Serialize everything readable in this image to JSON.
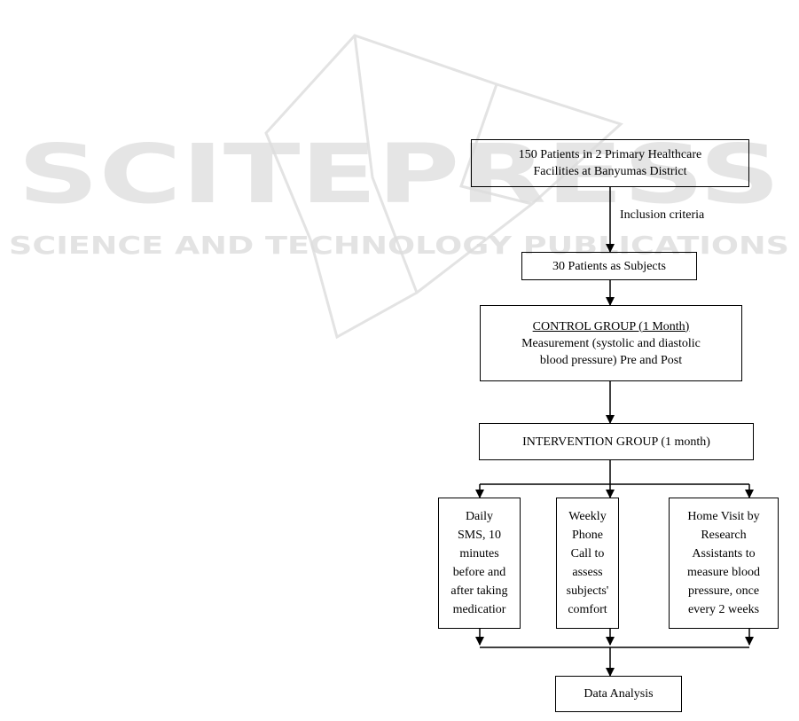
{
  "watermark": {
    "brand": "SCITEPRESS",
    "tagline": "SCIENCE AND TECHNOLOGY PUBLICATIONS",
    "color": "#d9d9d9"
  },
  "flowchart": {
    "patients_box": {
      "line1": "150 Patients in 2 Primary Healthcare",
      "line2": "Facilities at Banyumas District"
    },
    "inclusion_label": "Inclusion criteria",
    "subjects_box": {
      "text": "30 Patients as Subjects"
    },
    "control_box": {
      "title": "CONTROL GROUP (1 Month)",
      "line2": "Measurement (systolic and diastolic",
      "line3": "blood pressure) Pre and Post"
    },
    "intervention_box": {
      "text": "INTERVENTION GROUP (1 month)"
    },
    "sms_box": {
      "line1": "Daily",
      "line2": "SMS, 10",
      "line3": "minutes",
      "line4": "before and",
      "line5": "after taking",
      "line6": "medicatior"
    },
    "phone_box": {
      "line1": "Weekly",
      "line2": "Phone",
      "line3": "Call to",
      "line4": "assess",
      "line5": "subjects'",
      "line6": "comfort"
    },
    "visit_box": {
      "line1": "Home Visit by",
      "line2": "Research",
      "line3": "Assistants to",
      "line4": "measure blood",
      "line5": "pressure, once",
      "line6": "every 2 weeks"
    },
    "analysis_box": {
      "text": "Data Analysis"
    }
  }
}
